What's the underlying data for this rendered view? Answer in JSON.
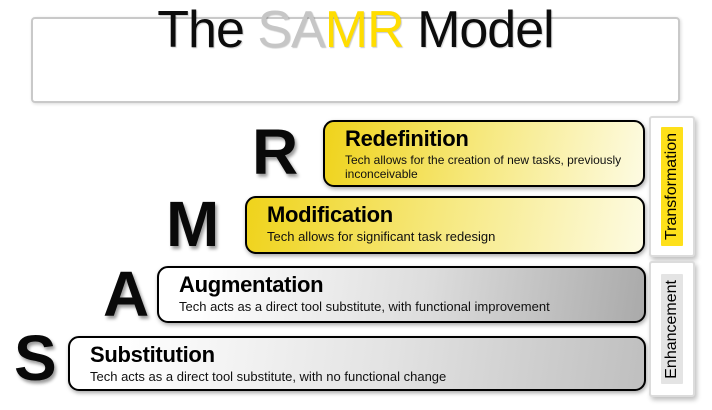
{
  "title": {
    "the": "The ",
    "s": "S",
    "a": "A",
    "m": "M",
    "r": "R",
    "model": " Model"
  },
  "rows": [
    {
      "letter": "R",
      "title": "Redefinition",
      "description": "Tech allows for the creation of new tasks, previously inconceivable",
      "category": "transformation"
    },
    {
      "letter": "M",
      "title": "Modification",
      "description": "Tech allows for significant task redesign",
      "category": "transformation"
    },
    {
      "letter": "A",
      "title": "Augmentation",
      "description": "Tech acts as a direct tool substitute, with functional improvement",
      "category": "enhancement"
    },
    {
      "letter": "S",
      "title": "Substitution",
      "description": "Tech acts as a direct tool substitute, with no functional change",
      "category": "enhancement"
    }
  ],
  "side_labels": {
    "transformation": {
      "label": "Transformation",
      "strip_color": "#fee01a"
    },
    "enhancement": {
      "label": "Enhancement",
      "strip_color": "#e4e4e4"
    }
  },
  "colors": {
    "title_silver": "#c6c6c6",
    "title_yellow": "#ffdd00",
    "level_yellow_start": "#efd31b",
    "level_yellow_end": "#fdfbe2",
    "level_gray_start": "#ffffff",
    "level_gray_end": "#aaaaaa",
    "box_border": "#000000",
    "title_box_border": "#c9c9c9"
  }
}
